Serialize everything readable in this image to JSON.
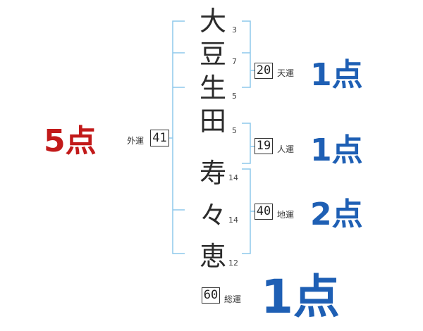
{
  "name_chars": [
    {
      "char": "大",
      "strokes": "3"
    },
    {
      "char": "豆",
      "strokes": "7"
    },
    {
      "char": "生",
      "strokes": "5"
    },
    {
      "char": "田",
      "strokes": "5"
    },
    {
      "char": "寿",
      "strokes": "14"
    },
    {
      "char": "々",
      "strokes": "14"
    },
    {
      "char": "恵",
      "strokes": "12"
    }
  ],
  "fortunes": {
    "tenkaku": {
      "value": "20",
      "label": "天運",
      "score": "1点"
    },
    "jinkaku": {
      "value": "19",
      "label": "人運",
      "score": "1点"
    },
    "chikaku": {
      "value": "40",
      "label": "地運",
      "score": "2点"
    },
    "gaikaku": {
      "value": "41",
      "label": "外運",
      "score": "5点"
    },
    "soukaku": {
      "value": "60",
      "label": "総運",
      "score": "1点"
    }
  },
  "colors": {
    "bracket": "#8ec8ec",
    "score_blue": "#1e5fb4",
    "score_red": "#c21a1a"
  }
}
